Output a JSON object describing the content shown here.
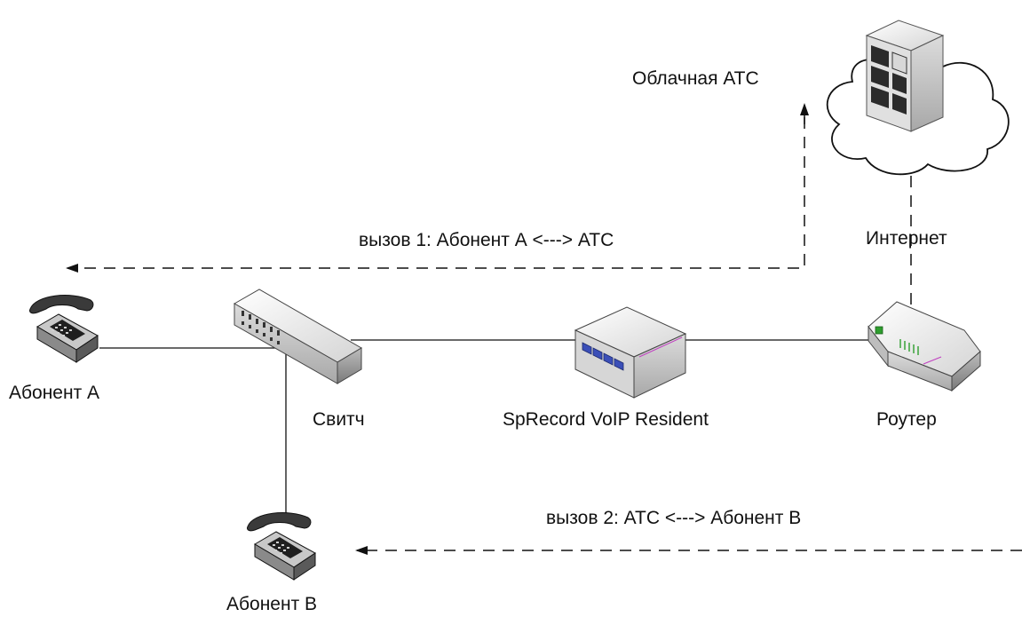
{
  "labels": {
    "cloud_pbx": "Облачная АТС",
    "internet": "Интернет",
    "call1": "вызов 1: Абонент А <---> АТС",
    "call2": "вызов 2: АТС <---> Абонент В",
    "subscriber_a": "Абонент А",
    "subscriber_b": "Абонент В",
    "switch": "Свитч",
    "recorder": "SpRecord VoIP Resident",
    "router": "Роутер"
  },
  "colors": {
    "line": "#111111",
    "cloud_fill": "#ffffff",
    "device_light": "#e6e6e6",
    "device_mid": "#bdbdbd",
    "device_dark": "#8a8a8a",
    "phone_dark": "#3a3a3a",
    "port_blue": "#3b4fb8",
    "router_green": "#2e9e2e",
    "router_magenta": "#c040c0"
  },
  "icons": [
    "cloud-icon",
    "server-icon",
    "phone-icon",
    "switch-icon",
    "recorder-icon",
    "router-icon"
  ]
}
